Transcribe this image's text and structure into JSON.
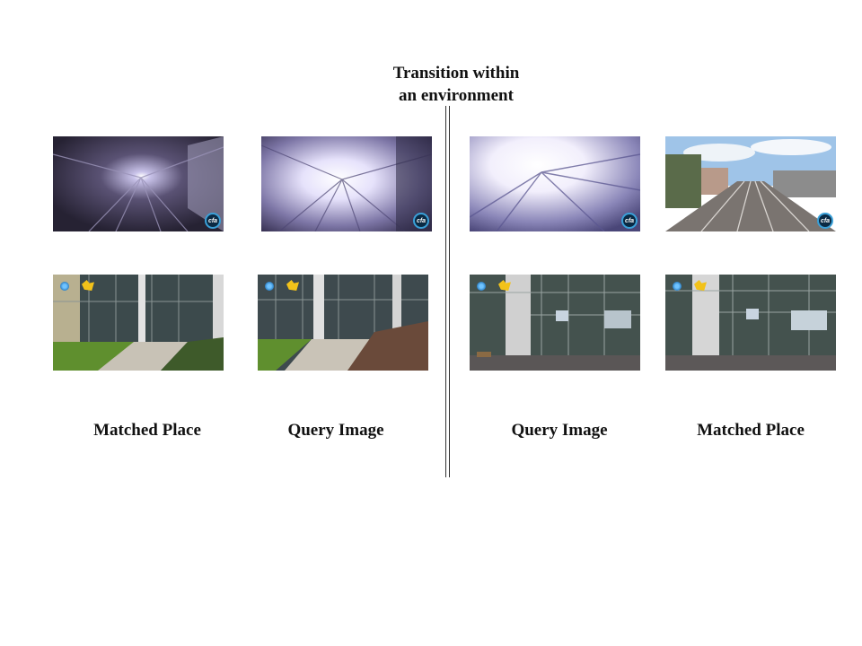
{
  "title": {
    "line1": "Transition within",
    "line2": "an environment"
  },
  "labels": {
    "left_matched": "Matched Place",
    "left_query": "Query Image",
    "right_query": "Query Image",
    "right_matched": "Matched Place"
  },
  "badge_text": "cfa",
  "colors": {
    "tunnel_dark": "#3b3550",
    "tunnel_bright": "#e8e2f8",
    "sky": "#9fc4e8",
    "grass": "#5f8f2e",
    "glass": "#3c4a4c",
    "pillar": "#d8d8d8"
  }
}
